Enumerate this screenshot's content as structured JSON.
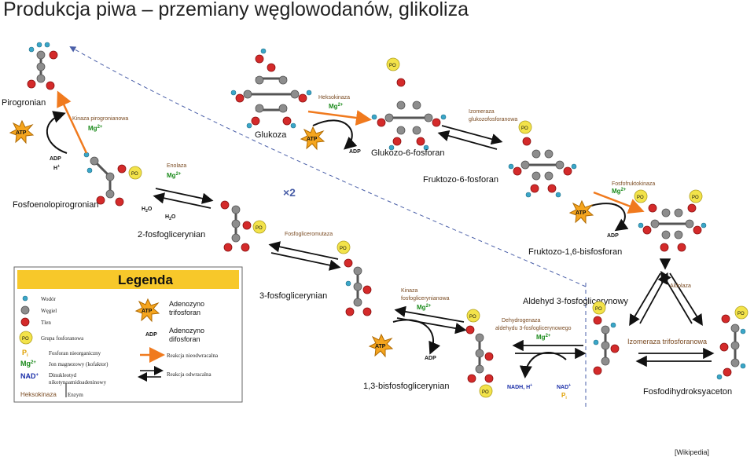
{
  "slide": {
    "title": "Produkcja piwa – przemiany węglowodanów, glikoliza",
    "credit": "[Wikipedia]"
  },
  "compounds": {
    "glukoza": "Glukoza",
    "g6p": "Glukozo-6-fosforan",
    "f6p": "Fruktozo-6-fosforan",
    "f16bp": "Fruktozo-1,6-bisfosforan",
    "g3p": "Aldehyd 3-fosfoglicerynowy",
    "dhap": "Fosfodihydroksyaceton",
    "bpg13": "1,3-bisfosfoglicerynian",
    "pg3": "3-fosfoglicerynian",
    "pg2": "2-fosfoglicerynian",
    "pep": "Fosfoenolopirogronian",
    "pyruvate": "Pirogronian"
  },
  "enzymes": {
    "hexokinase": "Heksokinaza",
    "isomerase": [
      "Izomeraza",
      "glukozofosforanowa"
    ],
    "pfk": "Fosfofruktokinaza",
    "aldolase": "Aldolaza",
    "tpi": "Izomeraza trifosforanowa",
    "gapdh": [
      "Dehydrogenaza",
      "aldehydu 3-fosfoglicerynowego"
    ],
    "pgk": [
      "Kinaza",
      "fosfoglicerynianowa"
    ],
    "mutase": "Fosfogliceromutaza",
    "enolase": "Enolaza",
    "pk": "Kinaza pirogronianowa"
  },
  "cofactors": {
    "mg": "Mg",
    "mg_charge": "2+",
    "atp": "ATP",
    "adp": "ADP",
    "h2o": "H",
    "h2o_sub": "2",
    "h2o_end": "O",
    "h_plus": "H",
    "nadh": "NADH, H",
    "nad": "NAD",
    "pi": "P",
    "pi_sub": "i",
    "times_two": "×2",
    "po": "PO"
  },
  "legend": {
    "title": "Legenda",
    "wodor": "Wodór",
    "wegiel": "Węgiel",
    "tlen": "Tlen",
    "grupa": "Grupa fosforanowa",
    "atp_desc": [
      "Adenozyno",
      "trifosforan"
    ],
    "adp_desc": [
      "Adenozyno",
      "difosforan"
    ],
    "pi_desc": "Fosforan nieorganiczny",
    "mg_desc": "Jon magnezowy (kofaktor)",
    "nad_desc": [
      "Dinukleotyd",
      "nikotynoamidoadeninowy"
    ],
    "enzyme_label": "Heksokinaza",
    "enzyme_desc": "Enzym",
    "irreversible": "Reakcja nieodwracalna",
    "reversible": "Reakcja odwracalna"
  },
  "colors": {
    "oxygen": "#d42a2a",
    "carbon": "#8a8a8a",
    "hydrogen": "#3aa6c8",
    "phosphate": "#f3e34a",
    "atp": "#f5a51e",
    "legend_header": "#f7c82a",
    "irreversible": "#f07a1e"
  }
}
